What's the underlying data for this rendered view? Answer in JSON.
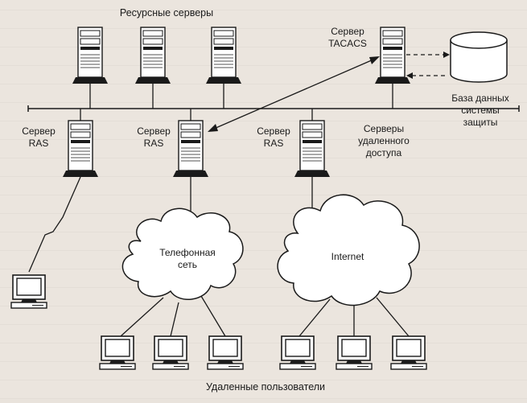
{
  "labels": {
    "resource_servers": "Ресурсные серверы",
    "tacacs_server": [
      "Сервер",
      "TACACS"
    ],
    "database": [
      "База данных",
      "системы",
      "защиты"
    ],
    "ras_left": [
      "Сервер",
      "RAS"
    ],
    "ras_middle": [
      "Сервер",
      "RAS"
    ],
    "ras_right": [
      "Сервер",
      "RAS"
    ],
    "remote_access_servers": [
      "Серверы",
      "удаленного",
      "доступа"
    ],
    "phone_network": [
      "Телефонная",
      "сеть"
    ],
    "internet": "Internet",
    "remote_users": "Удаленные пользователи"
  },
  "icons": {
    "server": "tower-server-icon",
    "workstation": "desktop-computer-icon",
    "cloud": "network-cloud-icon",
    "database": "database-cylinder-icon"
  },
  "colors": {
    "ink": "#1a1a1a",
    "paper": "#ebe5de",
    "cloud_fill": "#ffffff"
  }
}
